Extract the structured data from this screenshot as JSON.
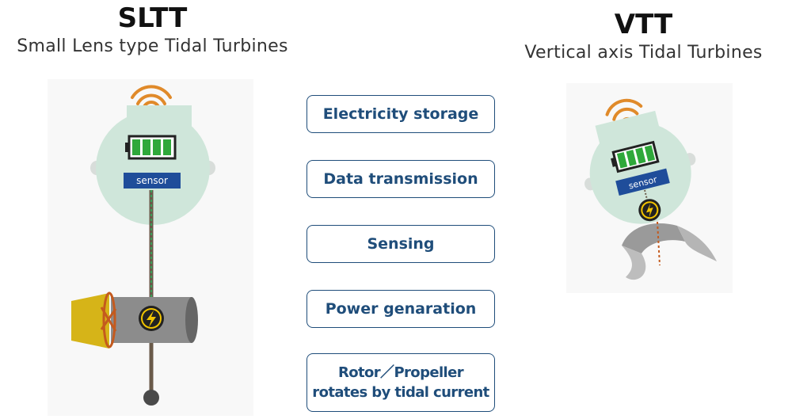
{
  "sltt": {
    "title": "SLTT",
    "subtitle": "Small Lens type Tidal Turbines",
    "sensor_label": "sensor"
  },
  "vtt": {
    "title": "VTT",
    "subtitle": "Vertical axis Tidal Turbines",
    "sensor_label": "sensor"
  },
  "steps": {
    "electricity_storage": "Electricity storage",
    "data_transmission": "Data transmission",
    "sensing": "Sensing",
    "power_generation": "Power genaration",
    "rotor_line1": "Rotor／Propeller",
    "rotor_line2": "rotates by tidal current"
  },
  "colors": {
    "body_fill": "#cfe6da",
    "battery_green": "#2fa83a",
    "sensor_blue": "#1f4d9a",
    "wifi_orange": "#e08a2a",
    "box_border": "#1f4d7a",
    "lens_yellow": "#d6b418",
    "lightning_yellow": "#f2c400"
  },
  "icons": [
    "wifi-icon",
    "battery-icon",
    "lightning-icon"
  ]
}
